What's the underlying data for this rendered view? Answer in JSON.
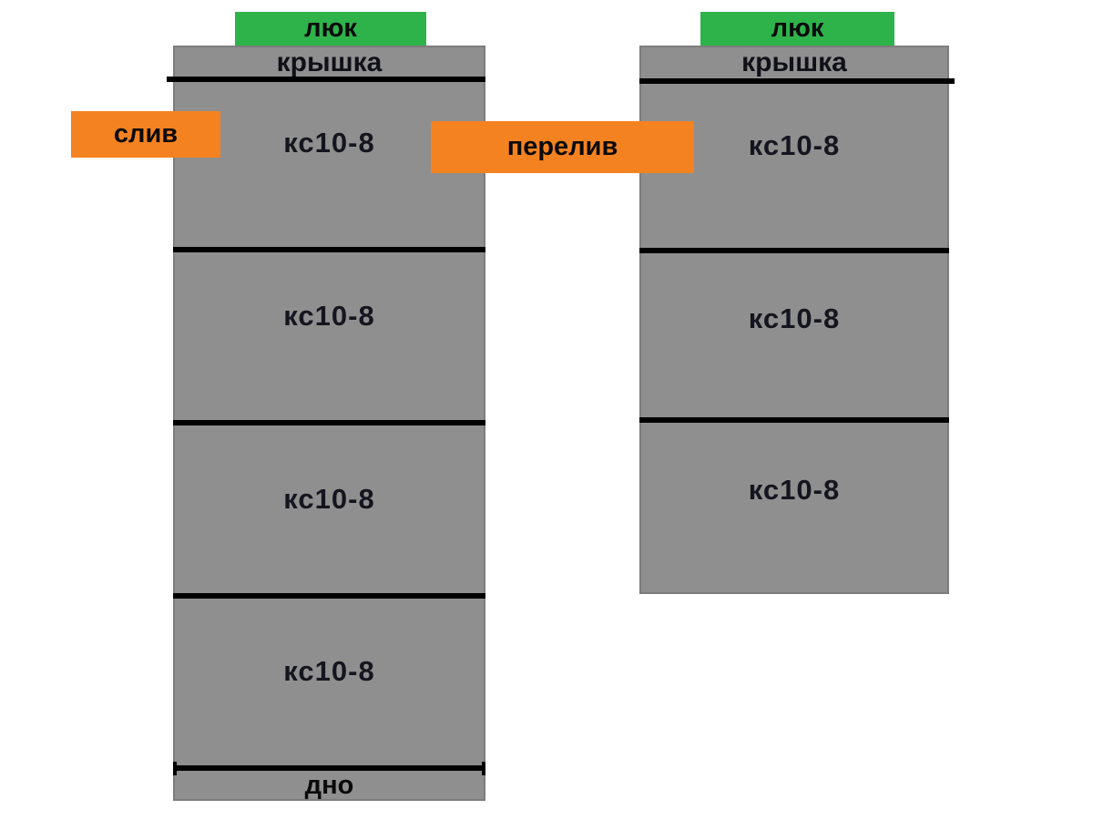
{
  "colors": {
    "green": "#2eb34a",
    "orange": "#f58220",
    "grey": "#8f8f8f",
    "line": "#000000"
  },
  "left_tank": {
    "hatch_label": "люк",
    "lid_label": "крышка",
    "rings": [
      "кс10-8",
      "кс10-8",
      "кс10-8",
      "кс10-8"
    ],
    "bottom_label": "дно"
  },
  "right_tank": {
    "hatch_label": "люк",
    "lid_label": "крышка",
    "rings": [
      "кс10-8",
      "кс10-8",
      "кс10-8"
    ]
  },
  "labels": {
    "drain": "слив",
    "overflow": "перелив"
  }
}
